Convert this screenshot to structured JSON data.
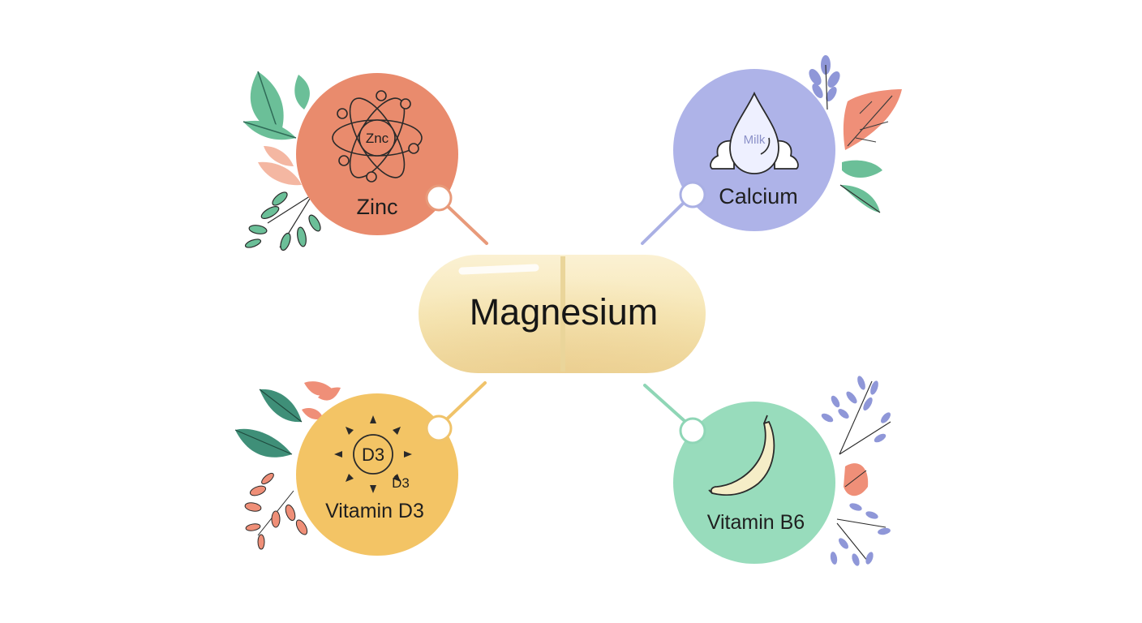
{
  "center": {
    "label": "Magnesium",
    "color": "#f6e6b4"
  },
  "nodes": [
    {
      "id": "zinc",
      "label": "Zinc",
      "icon": "atom-icon",
      "icon_text": "Znc",
      "color": "#e98b6d"
    },
    {
      "id": "calcium",
      "label": "Calcium",
      "icon": "milk-drop-icon",
      "icon_text": "Milk",
      "color": "#aeb3e8"
    },
    {
      "id": "vitamin-d3",
      "label": "Vitamin D3",
      "icon": "sun-icon",
      "icon_text": "D3",
      "icon_text_2": "D̂3",
      "color": "#f3c465"
    },
    {
      "id": "vitamin-b6",
      "label": "Vitamin B6",
      "icon": "banana-icon",
      "color": "#98dcbc"
    }
  ],
  "palette": {
    "leaf_green": "#6bbf98",
    "leaf_dark": "#3f8f78",
    "leaf_coral": "#ef8f78",
    "leaf_lavender": "#8f97d8",
    "line": "#1a1a1a"
  }
}
